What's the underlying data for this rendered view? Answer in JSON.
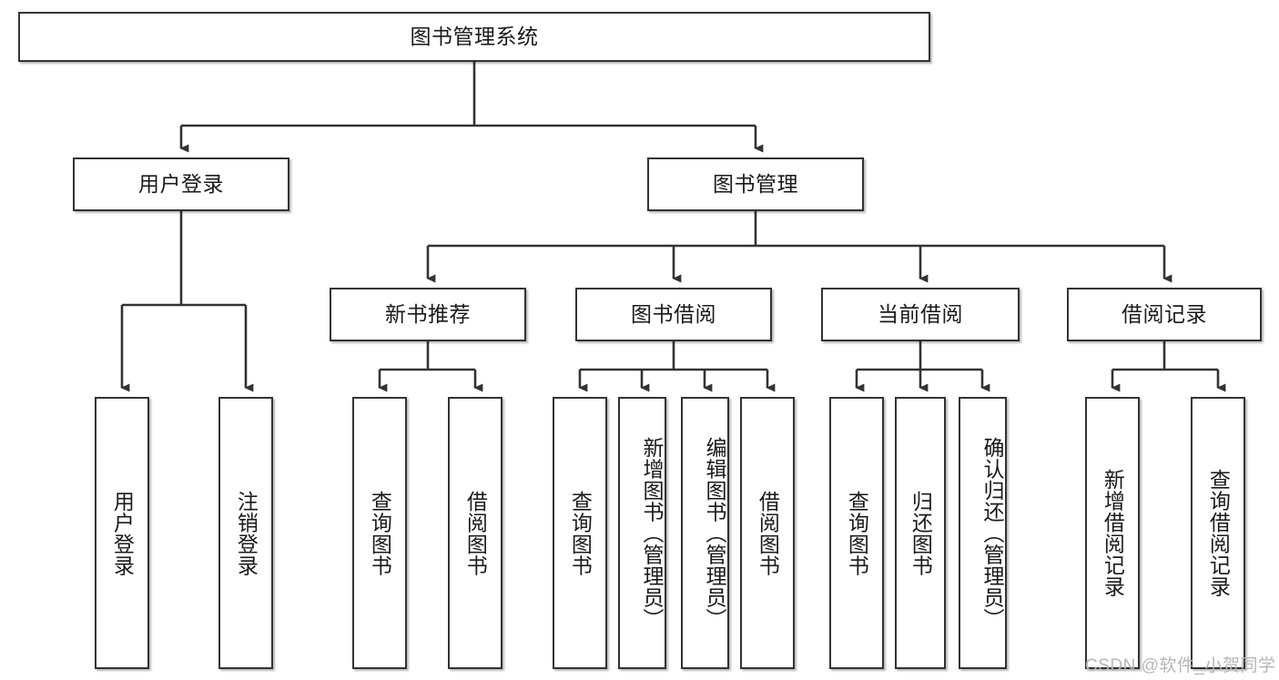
{
  "diagram": {
    "title": "图书管理系统",
    "root": {
      "label": "图书管理系统"
    },
    "level2": [
      {
        "label": "用户登录"
      },
      {
        "label": "图书管理"
      }
    ],
    "level3": [
      {
        "label": "新书推荐"
      },
      {
        "label": "图书借阅"
      },
      {
        "label": "当前借阅"
      },
      {
        "label": "借阅记录"
      }
    ],
    "leaves": {
      "user_login": [
        {
          "label": "用户登录"
        },
        {
          "label": "注销登录"
        }
      ],
      "new_book_recommend": [
        {
          "label": "查询图书"
        },
        {
          "label": "借阅图书"
        }
      ],
      "book_borrow": [
        {
          "label": "查询图书"
        },
        {
          "label": "新增图书（管理员）"
        },
        {
          "label": "编辑图书（管理员）"
        },
        {
          "label": "借阅图书"
        }
      ],
      "current_borrow": [
        {
          "label": "查询图书"
        },
        {
          "label": "归还图书"
        },
        {
          "label": "确认归还（管理员）"
        }
      ],
      "borrow_record": [
        {
          "label": "新增借阅记录"
        },
        {
          "label": "查询借阅记录"
        }
      ]
    },
    "watermark": "CSDN @软件_小贺同学",
    "colors": {
      "border": "#333333",
      "background": "#ffffff",
      "text": "#1a1a1a",
      "line": "#333333",
      "watermark": "#b7b7b7"
    }
  }
}
